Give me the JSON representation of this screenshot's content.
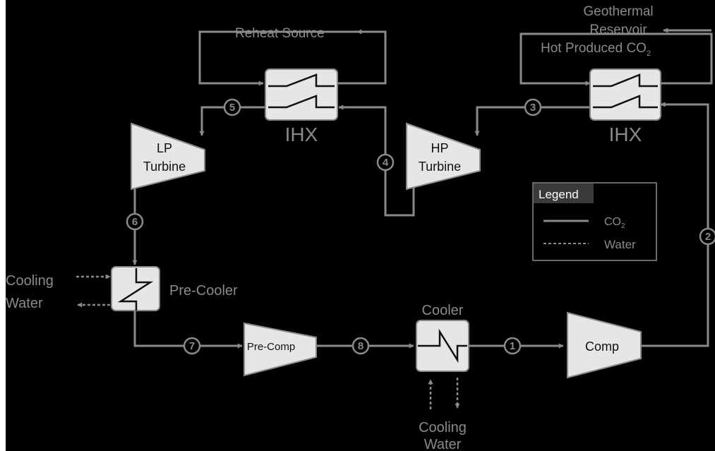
{
  "labels": {
    "reheat_source": "Reheat Source",
    "geothermal_line1": "Geothermal",
    "geothermal_line2": "Reservoir",
    "hot_produced": "Hot Produced CO",
    "hot_produced_sub": "2",
    "ihx_left": "IHX",
    "ihx_right": "IHX",
    "lp_turbine_line1": "LP",
    "lp_turbine_line2": "Turbine",
    "hp_turbine_line1": "HP",
    "hp_turbine_line2": "Turbine",
    "pre_cooler": "Pre-Cooler",
    "cooling_water_left_line1": "Cooling",
    "cooling_water_left_line2": "Water",
    "pre_comp": "Pre-Comp",
    "cooler": "Cooler",
    "comp": "Comp",
    "cooling_water_bottom_line1": "Cooling",
    "cooling_water_bottom_line2": "Water"
  },
  "state_points": [
    "1",
    "2",
    "3",
    "4",
    "5",
    "6",
    "7",
    "8"
  ],
  "legend": {
    "title": "Legend",
    "co2_label": "CO",
    "co2_sub": "2",
    "water_label": "Water"
  },
  "colors": {
    "background": "#000000",
    "line": "#8a8a8a",
    "component_fill": "#e6e6e6",
    "text_gray": "#8a8a8a",
    "text_dark": "#111111"
  }
}
